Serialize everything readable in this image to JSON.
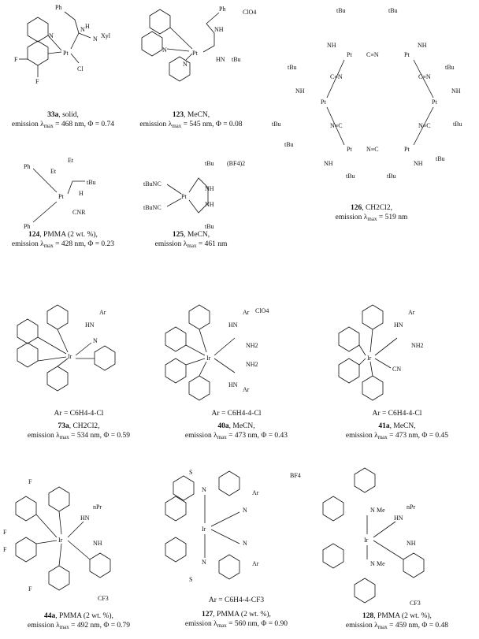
{
  "compounds": [
    {
      "id": "33a",
      "cond": ", solid,",
      "ar": "",
      "em": "emission λ",
      "lam": "max",
      "val": " = 468 nm, Φ = 0.74"
    },
    {
      "id": "123",
      "cond": ", MeCN,",
      "ar": "",
      "em": "emission λ",
      "lam": "max",
      "val": " = 545 nm, Φ = 0.08"
    },
    {
      "id": "126",
      "cond": ", CH2Cl2,",
      "ar": "",
      "em": "emission λ",
      "lam": "max",
      "val": " = 519 nm"
    },
    {
      "id": "124",
      "cond": ", PMMA (2 wt. %),",
      "ar": "",
      "em": "emission λ",
      "lam": "max",
      "val": " = 428 nm, Φ = 0.23"
    },
    {
      "id": "125",
      "cond": ", MeCN,",
      "ar": "",
      "em": "emission λ",
      "lam": "max",
      "val": " = 461 nm"
    },
    {
      "id": "73a",
      "cond": ", CH2Cl2,",
      "ar": "Ar = C6H4-4-Cl",
      "em": "emission λ",
      "lam": "max",
      "val": " = 534 nm, Φ = 0.59"
    },
    {
      "id": "40a",
      "cond": ", MeCN,",
      "ar": "Ar = C6H4-4-Cl",
      "em": "emission λ",
      "lam": "max",
      "val": " = 473 nm, Φ = 0.43"
    },
    {
      "id": "41a",
      "cond": ", MeCN,",
      "ar": "Ar = C6H4-4-Cl",
      "em": "emission λ",
      "lam": "max",
      "val": " = 473 nm, Φ = 0.45"
    },
    {
      "id": "44a",
      "cond": ", PMMA (2 wt. %),",
      "ar": "",
      "em": "emission λ",
      "lam": "max",
      "val": " = 492 nm, Φ = 0.79"
    },
    {
      "id": "127",
      "cond": ", PMMA (2 wt. %),",
      "ar": "Ar = C6H4-4-CF3",
      "em": "emission λ",
      "lam": "max",
      "val": " = 560 nm, Φ = 0.90"
    },
    {
      "id": "128",
      "cond": ", PMMA (2 wt. %),",
      "ar": "",
      "em": "emission λ",
      "lam": "max",
      "val": " = 459 nm, Φ = 0.48"
    }
  ],
  "labels": {
    "Pt": "Pt",
    "Ir": "Ir",
    "Cl": "Cl",
    "F": "F",
    "Ph": "Ph",
    "Xyl": "Xyl",
    "N": "N",
    "H": "H",
    "tBu": "tBu",
    "ClO4": "ClO4",
    "BF4": "BF4",
    "BF42": "(BF4)2",
    "NH": "NH",
    "NH2": "NH2",
    "HN": "HN",
    "Et": "Et",
    "CNR": "CNR",
    "tBuNC": "tBuNC",
    "Ar": "Ar",
    "CN": "CN",
    "nPr": "nPr",
    "CF3": "CF3",
    "Me": "Me",
    "S": "S",
    "CeqN": "C≡N",
    "NeqC": "N≡C"
  }
}
